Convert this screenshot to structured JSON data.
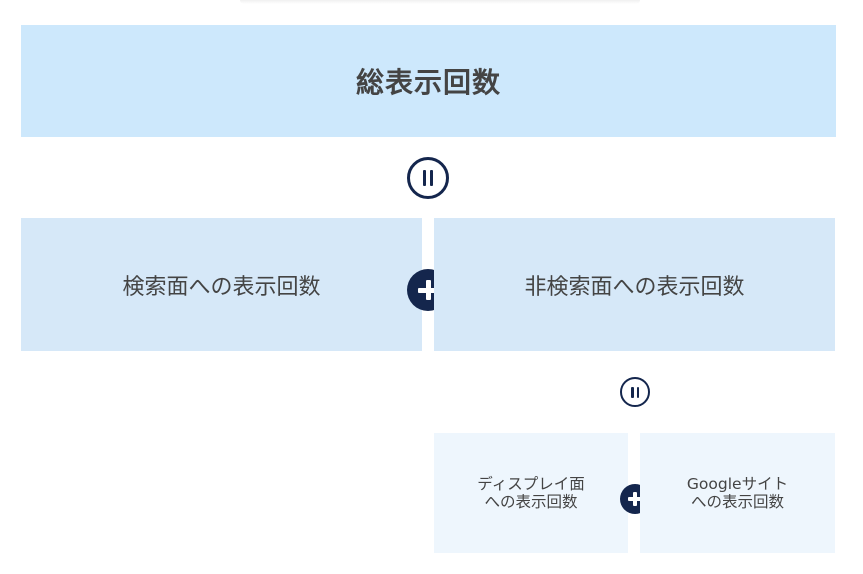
{
  "diagram": {
    "total": {
      "label": "総表示回数"
    },
    "search": {
      "label": "検索面への表示回数"
    },
    "non_search": {
      "label": "非検索面への表示回数"
    },
    "display": {
      "label": "ディスプレイ面\nへの表示回数"
    },
    "google_sites": {
      "label": "Googleサイト\nへの表示回数"
    },
    "operators": {
      "equals_icon": "equals-circle-icon",
      "plus_icon": "plus-circle-icon"
    },
    "colors": {
      "total_box": "#cde8fc",
      "mid_box": "#d6e8f8",
      "small_box": "#eef6fd",
      "operator": "#14264d",
      "text": "#444444"
    }
  }
}
